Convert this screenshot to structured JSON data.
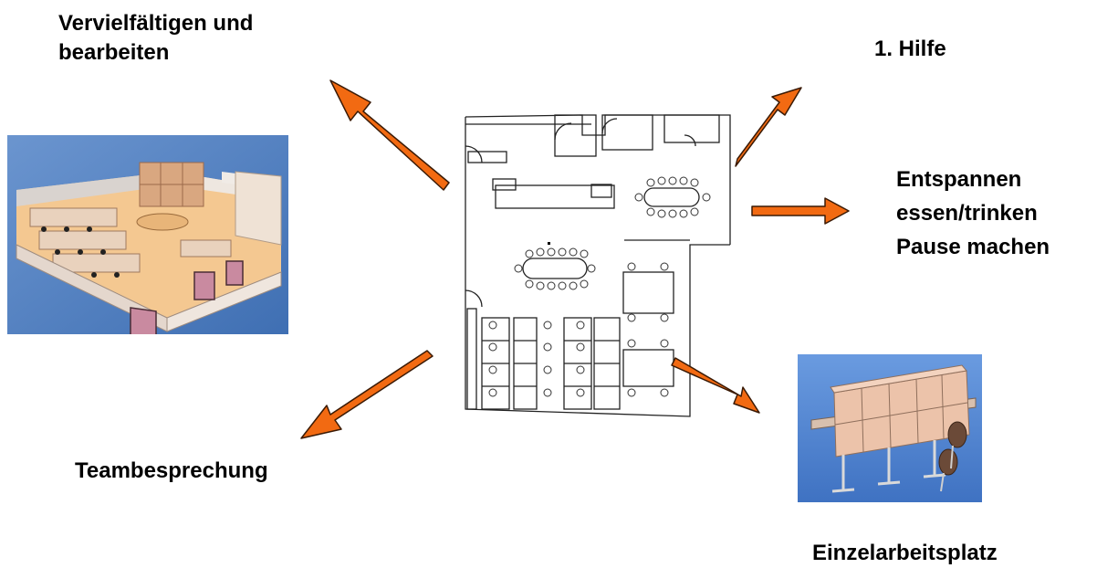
{
  "labels": {
    "copy_edit": "Vervielfältigen und\nbearbeiten",
    "first_aid": "1. Hilfe",
    "relax": "Entspannen\nessen/trinken\nPause machen",
    "team_meeting": "Teambesprechung",
    "single_workplace": "Einzelarbeitsplatz"
  },
  "colors": {
    "arrow_fill": "#f26a12",
    "arrow_stroke": "#3a1a05",
    "photo_sky": "#5a86c4",
    "floor": "#f2c38d",
    "shelf": "#e9c2a8"
  },
  "images": {
    "office_model": "3d-office-model",
    "workstation_model": "3d-workstation-model",
    "floor_plan": "office-floor-plan"
  }
}
